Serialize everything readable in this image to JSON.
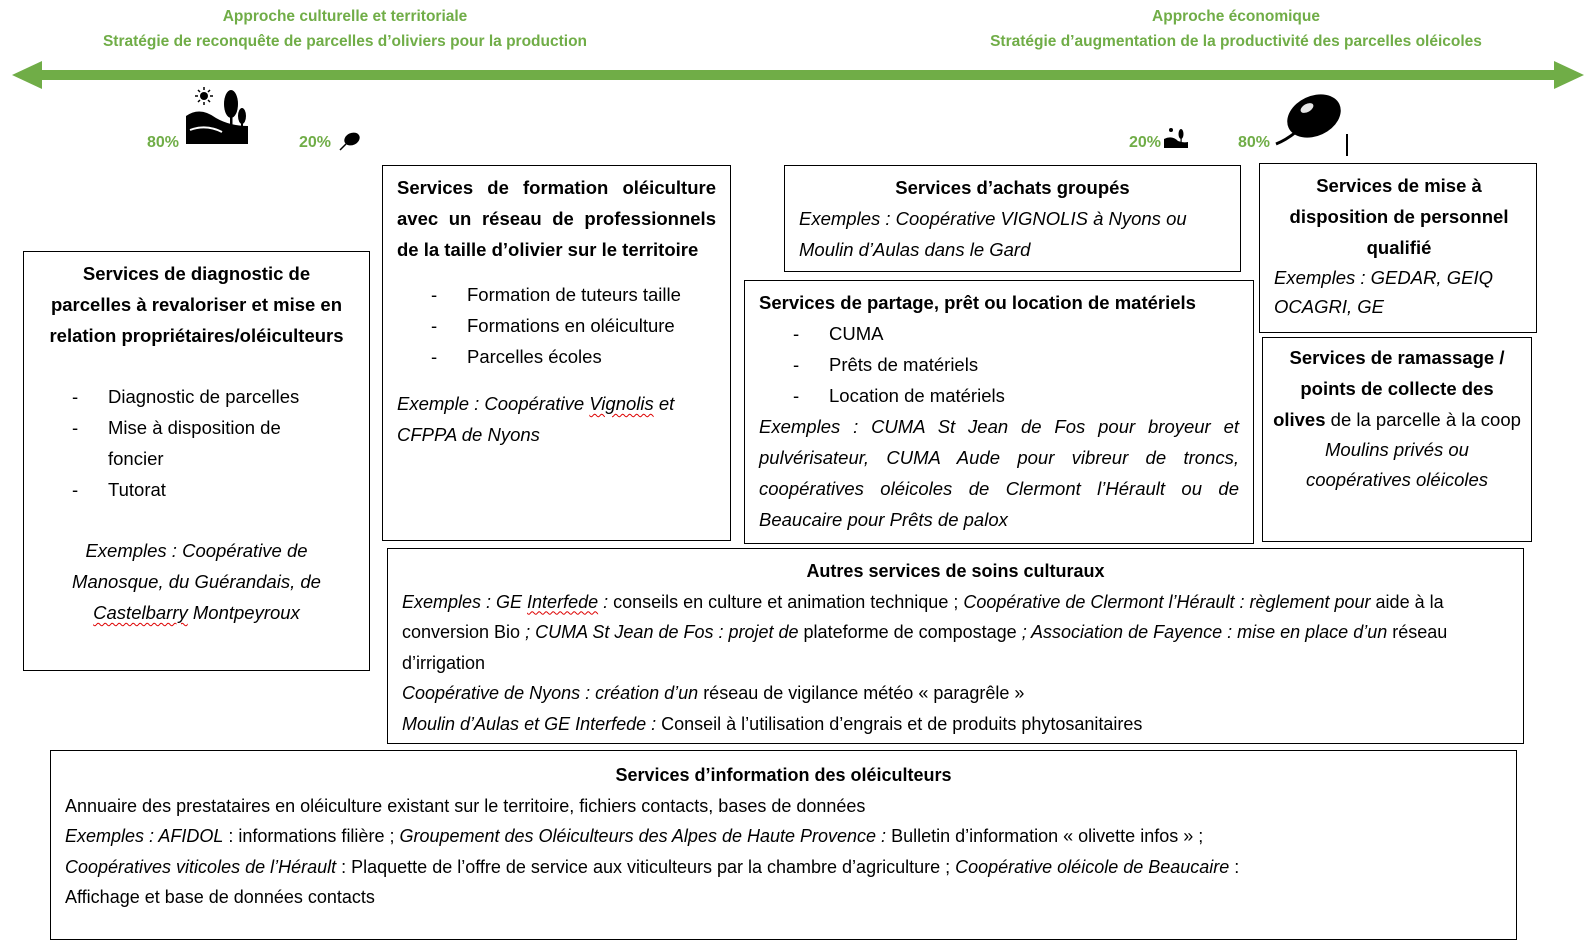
{
  "header_left": {
    "line1": "Approche culturelle et territoriale",
    "line2": "Stratégie de reconquête de parcelles d’oliviers pour la production"
  },
  "header_right": {
    "line1": "Approche économique",
    "line2": "Stratégie d’augmentation de la productivité des parcelles oléicoles"
  },
  "colors": {
    "accent": "#70ad47",
    "border": "#000000"
  },
  "percentages": {
    "left_landscape": "80%",
    "left_olive": "20%",
    "right_landscape": "20%",
    "right_olive": "80%"
  },
  "icons": [
    "landscape-tree-sun-icon",
    "olive-icon"
  ],
  "box_diagnostic": {
    "title": "Services de diagnostic de parcelles à revaloriser et mise en relation propriétaires/oléiculteurs",
    "items": [
      "Diagnostic de parcelles",
      "Mise à disposition de foncier",
      "Tutorat"
    ],
    "example_prefix": "Exemples : Coopérative de Manosque, du Guérandais, de ",
    "example_underlined": "Castelbarry",
    "example_suffix": " Montpeyroux"
  },
  "box_formation": {
    "title": "Services de formation oléiculture avec un réseau de professionnels de la taille d’olivier sur le territoire",
    "items": [
      "Formation de tuteurs taille",
      "Formations en oléiculture",
      "Parcelles écoles"
    ],
    "example_prefix": "Exemple : Coopérative ",
    "example_underlined": "Vignolis",
    "example_suffix": " et CFPPA de Nyons"
  },
  "box_achats": {
    "title": "Services d’achats groupés",
    "example": "Exemples : Coopérative VIGNOLIS à Nyons ou Moulin d’Aulas dans le Gard"
  },
  "box_personnel": {
    "title": "Services de mise à disposition de personnel qualifié",
    "example": "Exemples : GEDAR, GEIQ OCAGRI, GE"
  },
  "box_partage": {
    "title": "Services de partage, prêt ou location de matériels",
    "items": [
      "CUMA",
      "Prêts de matériels",
      "Location de matériels"
    ],
    "example": "Exemples : CUMA St Jean de Fos pour broyeur et pulvérisateur, CUMA Aude pour vibreur de troncs, coopératives oléicoles de Clermont l’Hérault ou de Beaucaire pour Prêts de palox"
  },
  "box_ramassage": {
    "title": "Services de ramassage / points de collecte des olives",
    "rest": " de la parcelle à la coop",
    "example": "Moulins privés ou coopératives oléicoles"
  },
  "box_autres": {
    "title": "Autres services de soins culturaux",
    "s1": "Exemples : GE ",
    "s2": "Interfede",
    "s3": " : ",
    "s4": "conseils en culture et animation technique ; ",
    "s5": "Coopérative de Clermont l’Hérault : règlement pour ",
    "s6": "aide à la conversion Bio ",
    "s7": "; CUMA St Jean de Fos : projet de ",
    "s8": "plateforme de compostage ",
    "s9": "; Association de Fayence : mise en place d’un ",
    "s10": "réseau d’irrigation",
    "l2a": "Coopérative de Nyons : création d’un ",
    "l2b": "réseau de vigilance météo « paragrêle »",
    "l3a": "Moulin d’Aulas et GE Interfede : ",
    "l3b": "Conseil à l’utilisation d’engrais et de produits phytosanitaires"
  },
  "box_info": {
    "title": "Services d’information des oléiculteurs",
    "line1": "Annuaire des prestataires en oléiculture existant sur le territoire, fichiers contacts, bases de données",
    "a1": "Exemples : AFIDOL",
    "a2": " : informations filière ; ",
    "a3": "Groupement des Oléiculteurs des Alpes de Haute Provence : ",
    "a4": "Bulletin d’information « olivette infos » ;",
    "b1": "Coopératives viticoles de l’Hérault",
    "b2": " : Plaquette de l’offre de service aux viticulteurs par la chambre d’agriculture ; ",
    "b3": "Coopérative oléicole de Beaucaire",
    "b4": " :",
    "c1": "Affichage et base de données contacts"
  }
}
